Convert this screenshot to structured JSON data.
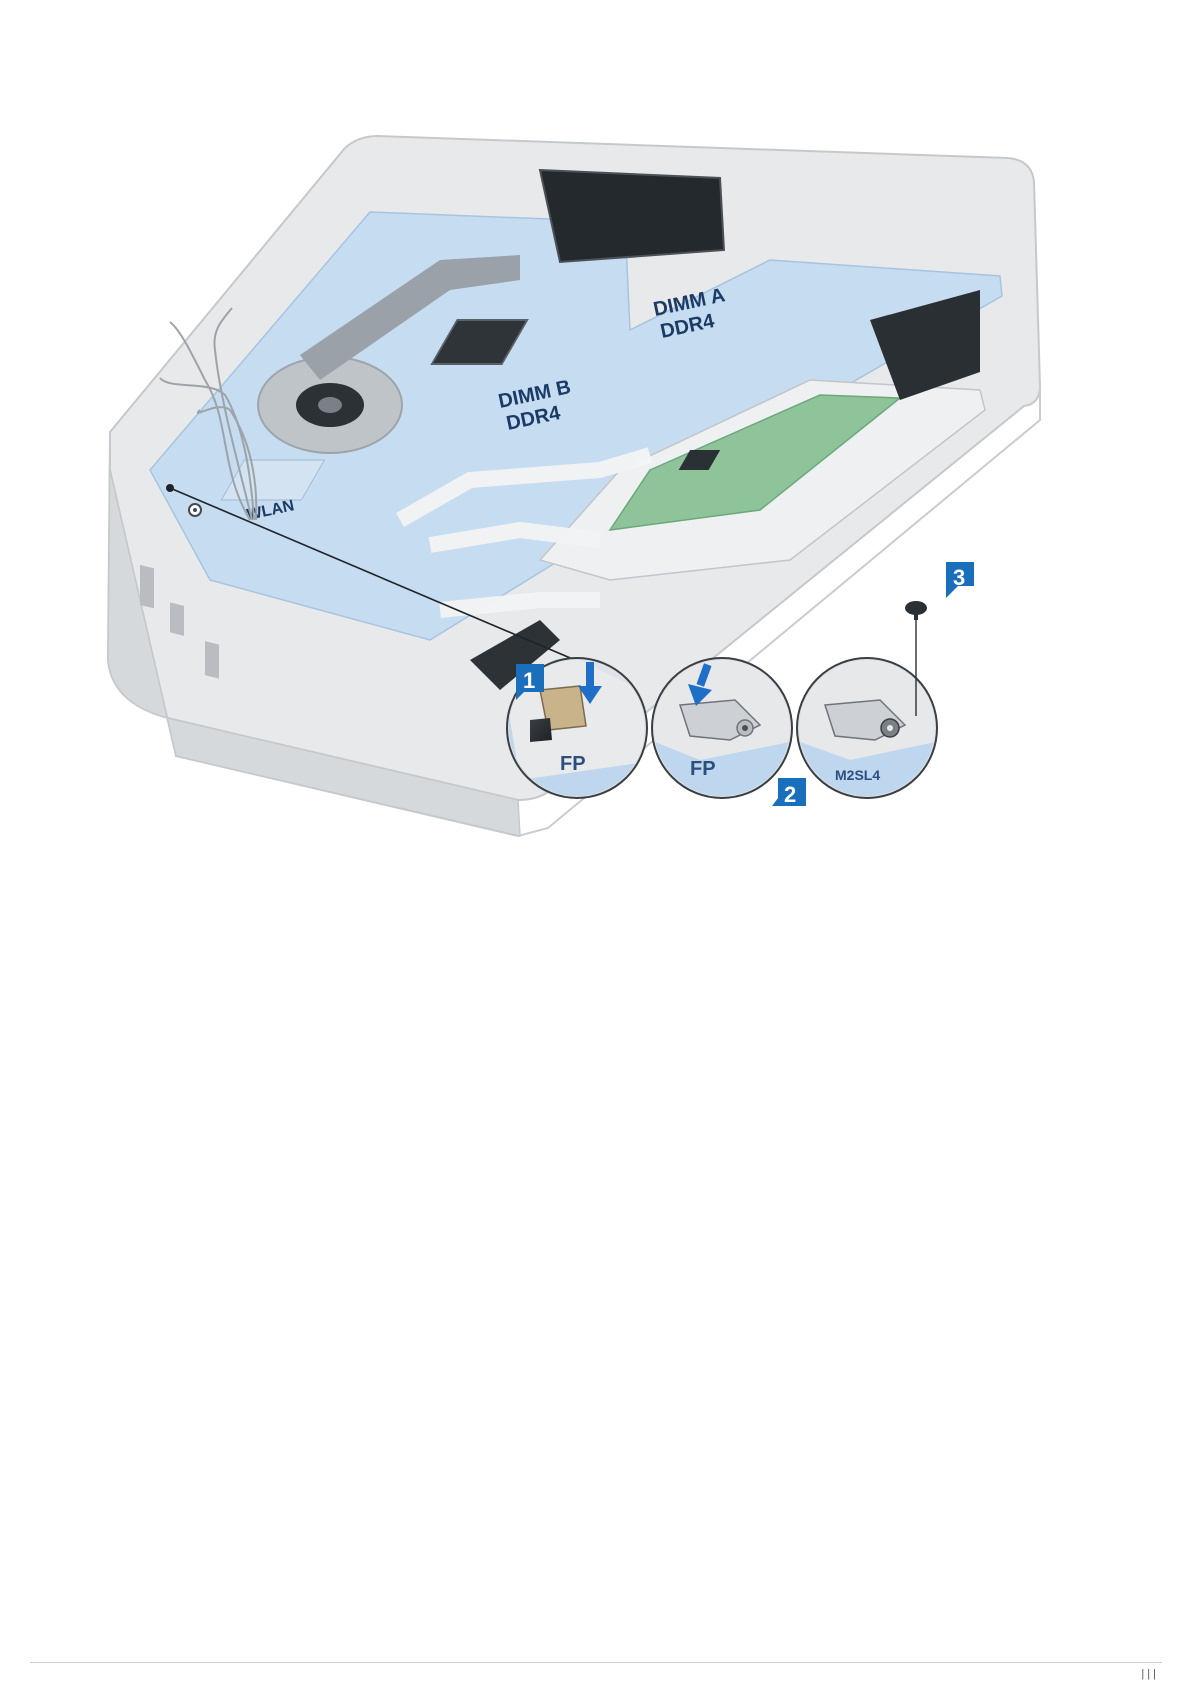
{
  "diagram": {
    "board_labels": {
      "dimm_b_line1": "DIMM B",
      "dimm_b_line2": "DDR4",
      "dimm_a_line1": "DIMM A",
      "dimm_a_line2": "DDR4",
      "wlan": "WLAN"
    },
    "inset_labels": {
      "fp": "FP",
      "m2": "M2SL4"
    },
    "callouts": [
      {
        "number": "1"
      },
      {
        "number": "2"
      },
      {
        "number": "3"
      }
    ],
    "colors": {
      "callout_blue": "#1a6fbd",
      "arrow_blue": "#1f6fc9",
      "board_blue": "#b9d3ec",
      "chassis_gray": "#d9dcdf"
    }
  },
  "footer": {
    "page_marker": "| | |"
  }
}
